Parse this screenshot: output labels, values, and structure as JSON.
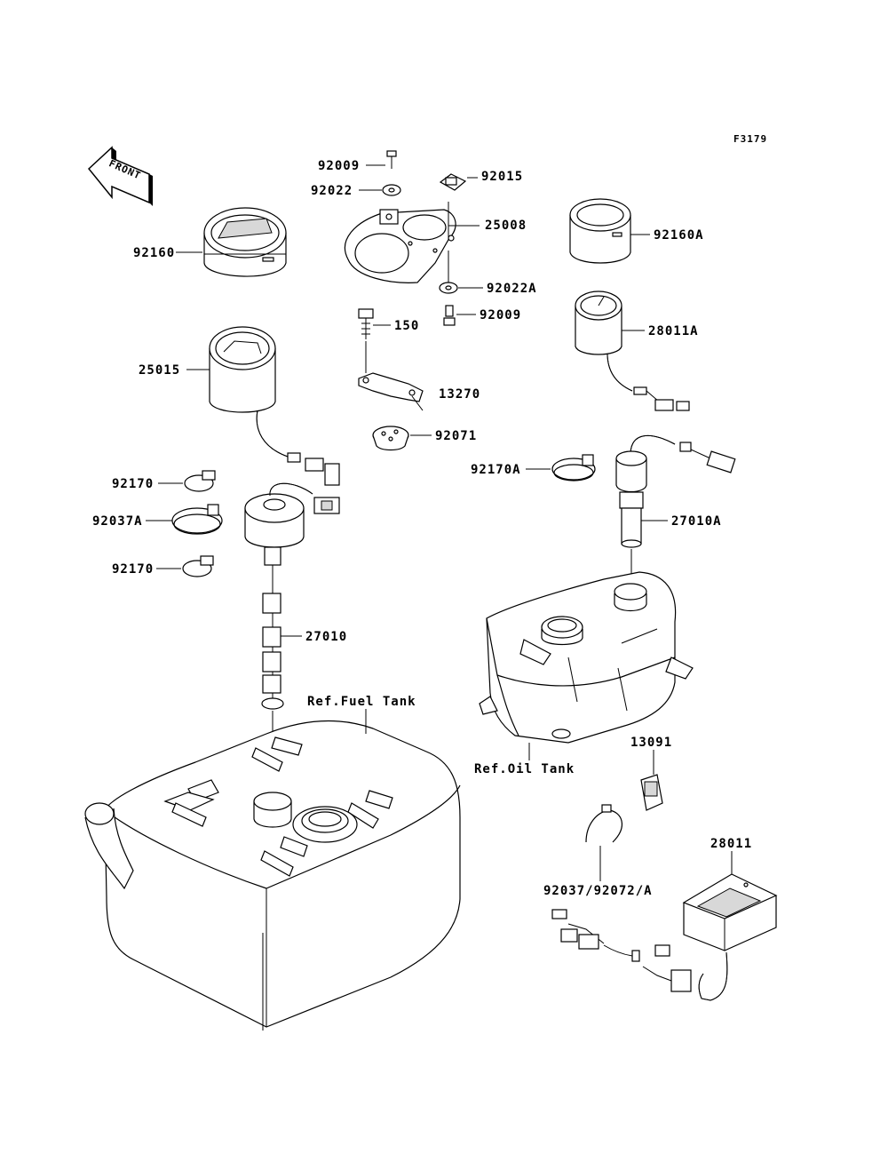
{
  "figure_code": "F3179",
  "front_label": "FRONT",
  "labels": {
    "p92009_top": "92009",
    "p92022": "92022",
    "p92015": "92015",
    "p25008": "25008",
    "p92022A": "92022A",
    "p92009_mid": "92009",
    "p150": "150",
    "p13270": "13270",
    "p92071": "92071",
    "p92160": "92160",
    "p92160A": "92160A",
    "p28011A": "28011A",
    "p25015": "25015",
    "p92170_top": "92170",
    "p92037A": "92037A",
    "p92170_bot": "92170",
    "p27010": "27010",
    "p92170A": "92170A",
    "p27010A": "27010A",
    "ref_fuel": "Ref.Fuel Tank",
    "ref_oil": "Ref.Oil Tank",
    "p13091": "13091",
    "p28011": "28011",
    "p92037_92072": "92037/92072/A"
  }
}
